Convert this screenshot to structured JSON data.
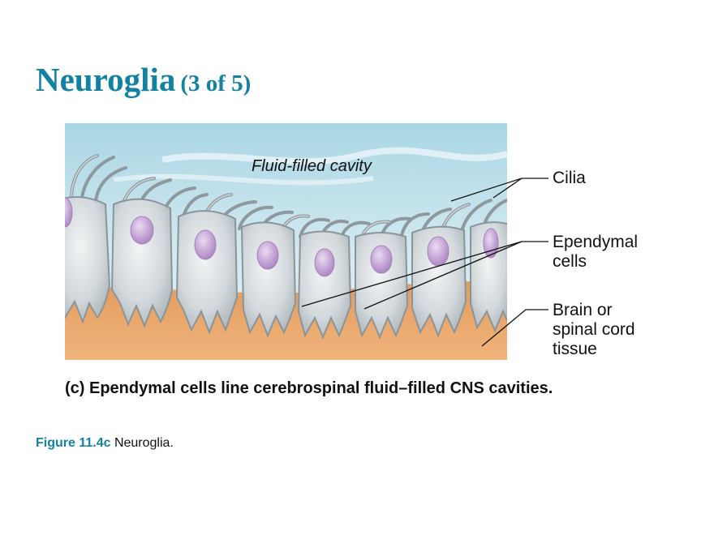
{
  "slide": {
    "title": "Neuroglia",
    "title_suffix": "(3 of 5)",
    "accent_color": "#1282a2"
  },
  "figure": {
    "fluid_label": "Fluid-filled cavity",
    "labels": {
      "cilia": "Cilia",
      "ependymal_line1": "Ependymal",
      "ependymal_line2": "cells",
      "tissue_line1": "Brain or",
      "tissue_line2": "spinal cord",
      "tissue_line3": "tissue"
    },
    "colors": {
      "fluid": "#bfe0ea",
      "tissue": "#eaa76c",
      "cell": "#cdd3d6",
      "nucleus": "#c7a9d4"
    },
    "caption": "(c) Ependymal cells line cerebrospinal fluid–filled CNS cavities."
  },
  "figure_reference": {
    "number": "Figure 11.4c",
    "text": "Neuroglia."
  }
}
